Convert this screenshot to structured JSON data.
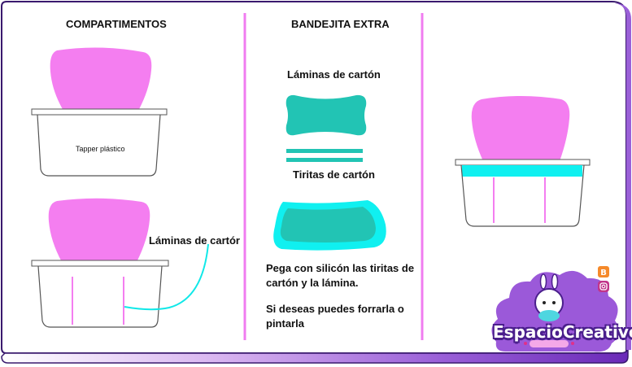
{
  "headings": {
    "compartments": "COMPARTIMENTOS",
    "extra_tray": "BANDEJITA EXTRA"
  },
  "labels": {
    "tapper": "Tapper plástico",
    "cardboard_sheets_left": "Láminas de cartór",
    "cardboard_sheets_mid": "Láminas de cartón",
    "cardboard_strips": "Tiritas de cartón"
  },
  "instructions": {
    "step1": "Pega con silicón las tiritas de cartón y la lámina.",
    "step2": "Si deseas puedes forrarla o pintarla"
  },
  "brand": {
    "name": "EspacioCreativo"
  },
  "colors": {
    "pink": "#f47ef0",
    "teal": "#22c4b4",
    "cyan": "#10f0f0",
    "divider": "#f07cf0",
    "frame_purple": "#3a1a6e",
    "cloud_purple": "#9b59d9"
  },
  "icons": [
    "blogger-icon",
    "instagram-icon"
  ]
}
